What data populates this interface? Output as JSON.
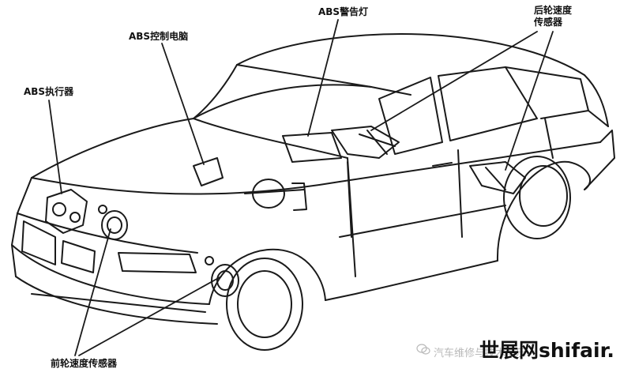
{
  "labels": {
    "abs_actuator": "ABS执行器",
    "abs_ecu": "ABS控制电脑",
    "abs_warning_light": "ABS警告灯",
    "rear_wheel_sensor_line1": "后轮速度",
    "rear_wheel_sensor_line2": "传感器",
    "front_wheel_sensor": "前轮速度传感器"
  },
  "watermark": {
    "faint_text": "汽车维修与技术俱乐",
    "bold_text": "世展网shifair."
  },
  "colors": {
    "line": "#1a1a1a",
    "background": "#ffffff",
    "watermark_faint": "#b9b9b9"
  }
}
